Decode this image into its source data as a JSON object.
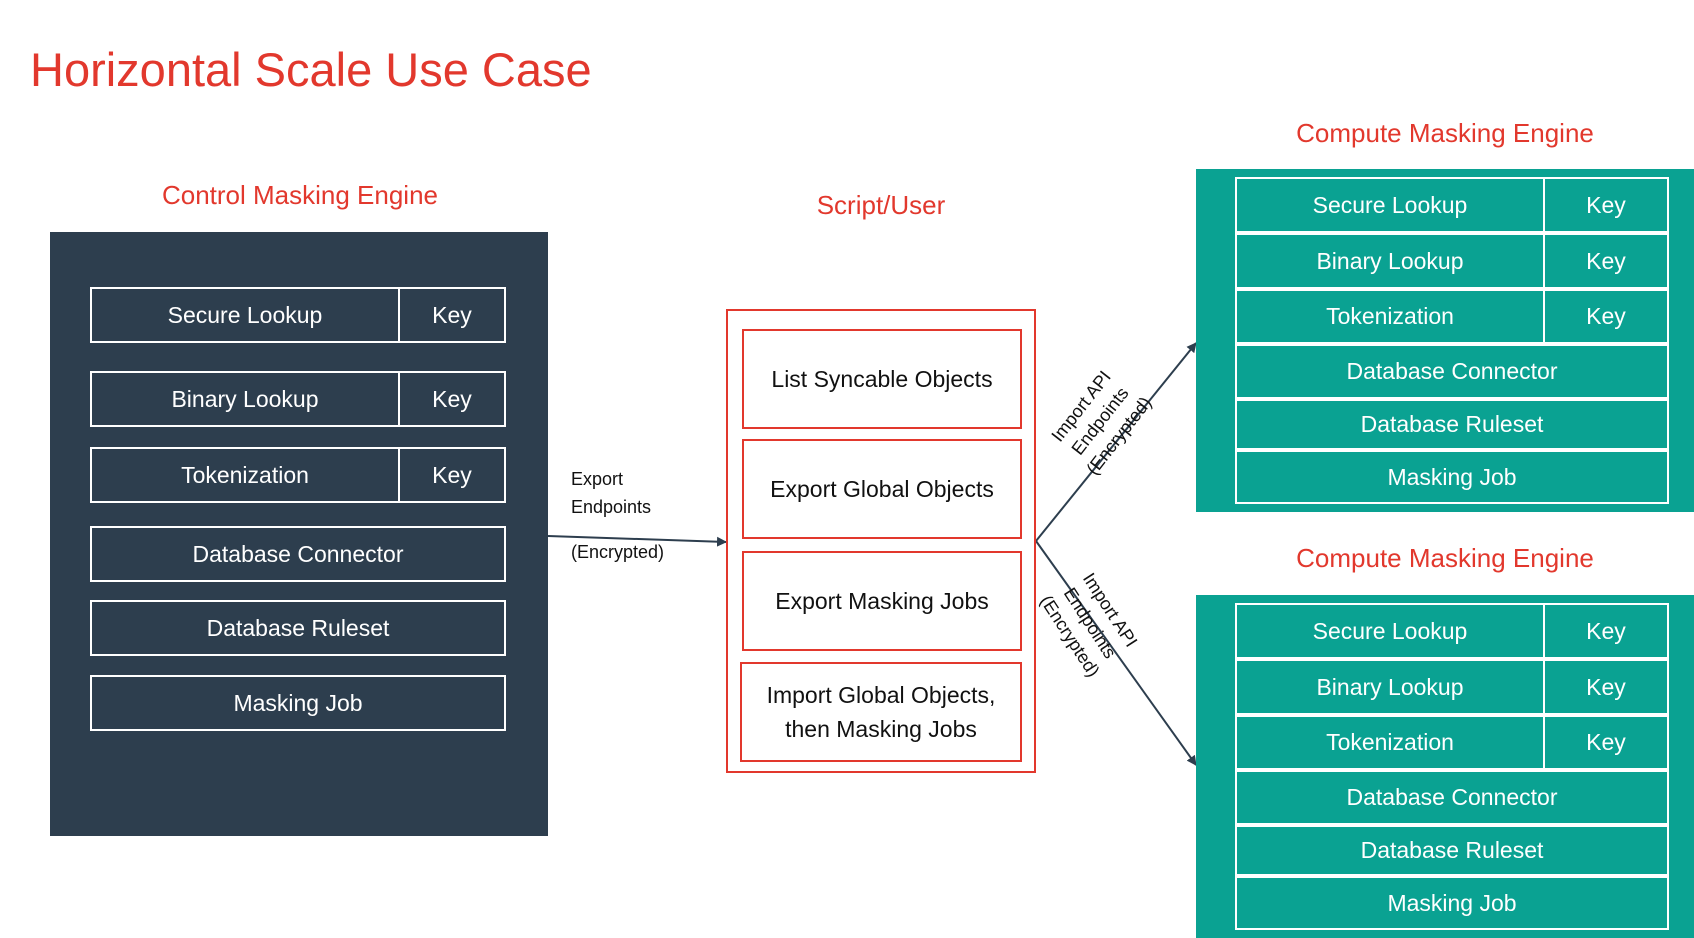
{
  "title": "Horizontal Scale Use Case",
  "control_engine": {
    "heading": "Control Masking Engine",
    "rows": [
      {
        "label": "Secure Lookup",
        "key": "Key"
      },
      {
        "label": "Binary Lookup",
        "key": "Key"
      },
      {
        "label": "Tokenization",
        "key": "Key"
      },
      {
        "label": "Database Connector"
      },
      {
        "label": "Database Ruleset"
      },
      {
        "label": "Masking Job"
      }
    ]
  },
  "export_edge": {
    "line1": "Export",
    "line2": "Endpoints",
    "line3": "(Encrypted)"
  },
  "script_user": {
    "heading": "Script/User",
    "steps": [
      {
        "line1": "List Syncable Objects"
      },
      {
        "line1": "Export Global Objects"
      },
      {
        "line1": "Export Masking Jobs"
      },
      {
        "line1": "Import Global Objects,",
        "line2": "then Masking Jobs"
      }
    ]
  },
  "import_edges": [
    {
      "line1": "Import API",
      "line2": "Endpoints",
      "line3": "(Encrypted)"
    },
    {
      "line1": "Import API",
      "line2": "Endpoints",
      "line3": "(Encrypted)"
    }
  ],
  "compute_engines": [
    {
      "heading": "Compute Masking Engine",
      "rows": [
        {
          "label": "Secure Lookup",
          "key": "Key"
        },
        {
          "label": "Binary Lookup",
          "key": "Key"
        },
        {
          "label": "Tokenization",
          "key": "Key"
        },
        {
          "label": "Database Connector"
        },
        {
          "label": "Database Ruleset"
        },
        {
          "label": "Masking Job"
        }
      ]
    },
    {
      "heading": "Compute Masking Engine",
      "rows": [
        {
          "label": "Secure Lookup",
          "key": "Key"
        },
        {
          "label": "Binary Lookup",
          "key": "Key"
        },
        {
          "label": "Tokenization",
          "key": "Key"
        },
        {
          "label": "Database Connector"
        },
        {
          "label": "Database Ruleset"
        },
        {
          "label": "Masking Job"
        }
      ]
    }
  ],
  "colors": {
    "accent_red": "#e2382d",
    "control_bg": "#2d3e4e",
    "compute_bg": "#0aa292",
    "arrow": "#2d3e4e"
  }
}
